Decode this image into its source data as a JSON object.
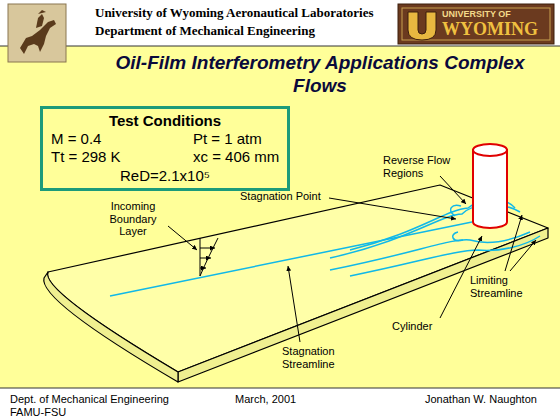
{
  "diagram": {
    "title": "Oil-Film Interferometry Applications Complex Flows",
    "nodes": [
      {
        "text": [
          "Test Conditions",
          "M = 0.4",
          "Pt = 1 atm",
          "Tt = 298 K",
          "xc = 406 mm",
          "ReD=2.1x10⁵"
        ]
      }
    ],
    "labels": [
      "University of Wyoming Aeronautical Laboratories",
      "Department of Mechanical Engineering",
      "UNIVERSITY OF",
      "WYOMING",
      "Reverse Flow Regions",
      "Stagnation Point",
      "Incoming Boundary Layer",
      "Limiting Streamline",
      "Cylinder",
      "Stagnation Streamline",
      "Dept. of Mechanical Engineering",
      "FAMU-FSU",
      "March, 2001",
      "Jonathan W. Naughton"
    ]
  }
}
